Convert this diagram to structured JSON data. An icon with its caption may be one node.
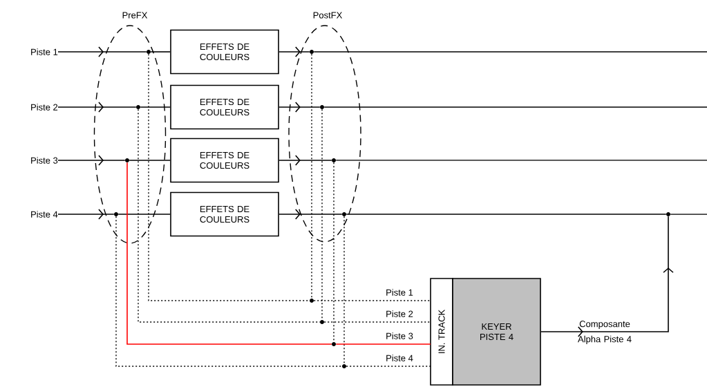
{
  "diagram": {
    "nodes": [
      {
        "text": [
          "Piste 1"
        ]
      },
      {
        "text": [
          "Piste 2"
        ]
      },
      {
        "text": [
          "Piste 3"
        ]
      },
      {
        "text": [
          "Piste 4"
        ]
      },
      {
        "text": [
          "EFFETS DE COULEURS"
        ]
      },
      {
        "text": [
          "EFFETS DE COULEURS"
        ]
      },
      {
        "text": [
          "EFFETS DE COULEURS"
        ]
      },
      {
        "text": [
          "EFFETS DE COULEURS"
        ]
      },
      {
        "text": [
          "PreFX"
        ]
      },
      {
        "text": [
          "PostFX"
        ]
      },
      {
        "text": [
          "IN. TRACK"
        ]
      },
      {
        "text": [
          "KEYER PISTE 4"
        ]
      },
      {
        "text": [],
        "shape": "circle",
        "in": 8
      },
      {
        "text": [],
        "shape": "circle",
        "in": 8
      },
      {
        "text": [],
        "shape": "circle",
        "in": 8
      },
      {
        "text": [],
        "shape": "circle",
        "in": 8
      },
      {
        "text": [],
        "shape": "circle",
        "in": 9
      },
      {
        "text": [],
        "shape": "circle",
        "in": 9
      },
      {
        "text": [],
        "shape": "circle",
        "in": 9
      },
      {
        "text": [],
        "shape": "circle",
        "in": 9
      },
      {
        "text": [],
        "shape": "circle"
      },
      {
        "text": [],
        "shape": "circle"
      },
      {
        "text": [],
        "shape": "circle"
      },
      {
        "text": [],
        "shape": "circle"
      },
      {
        "text": [],
        "shape": "circle"
      }
    ],
    "edges": [
      {
        "from": 0,
        "to": 12,
        "arrow": "to"
      },
      {
        "from": 1,
        "to": 13,
        "arrow": "to"
      },
      {
        "from": 2,
        "to": 14,
        "arrow": "to"
      },
      {
        "from": 3,
        "to": 15,
        "arrow": "to"
      },
      {
        "from": 12,
        "to": 4,
        "arrow": "none"
      },
      {
        "from": 13,
        "to": 5,
        "arrow": "none"
      },
      {
        "from": 14,
        "to": 6,
        "arrow": "none"
      },
      {
        "from": 15,
        "to": 7,
        "arrow": "none"
      },
      {
        "from": 4,
        "to": 16,
        "arrow": "to"
      },
      {
        "from": 5,
        "to": 17,
        "arrow": "to"
      },
      {
        "from": 6,
        "to": 18,
        "arrow": "to"
      },
      {
        "from": 7,
        "to": 19,
        "arrow": "to"
      },
      {
        "from": 16,
        "to": null,
        "arrow": "none"
      },
      {
        "from": 17,
        "to": null,
        "arrow": "none"
      },
      {
        "from": 18,
        "to": null,
        "arrow": "none"
      },
      {
        "from": 19,
        "to": 24,
        "arrow": "none"
      },
      {
        "from": 24,
        "to": null,
        "arrow": "none"
      },
      {
        "from": 12,
        "to": 20,
        "arrow": "none",
        "style": "dashed"
      },
      {
        "from": 13,
        "to": 21,
        "arrow": "none",
        "style": "dashed"
      },
      {
        "from": 14,
        "to": 22,
        "arrow": "none",
        "color": "#ff0000"
      },
      {
        "from": 15,
        "to": 23,
        "arrow": "none",
        "style": "dashed"
      },
      {
        "from": 16,
        "to": 20,
        "arrow": "none",
        "style": "dashed"
      },
      {
        "from": 17,
        "to": 21,
        "arrow": "none",
        "style": "dashed"
      },
      {
        "from": 18,
        "to": 22,
        "arrow": "none",
        "style": "dashed"
      },
      {
        "from": 19,
        "to": 23,
        "arrow": "none",
        "style": "dashed"
      },
      {
        "from": 20,
        "to": 10,
        "arrow": "none",
        "label": "Piste 1",
        "style": "dashed"
      },
      {
        "from": 21,
        "to": 10,
        "arrow": "none",
        "label": "Piste 2",
        "style": "dashed"
      },
      {
        "from": 22,
        "to": 10,
        "arrow": "none",
        "label": "Piste 3",
        "color": "#ff0000"
      },
      {
        "from": 23,
        "to": 10,
        "arrow": "none",
        "label": "Piste 4",
        "style": "dashed"
      },
      {
        "from": 11,
        "to": 24,
        "arrow": "to",
        "label": "Composante Alpha Piste 4"
      }
    ]
  }
}
